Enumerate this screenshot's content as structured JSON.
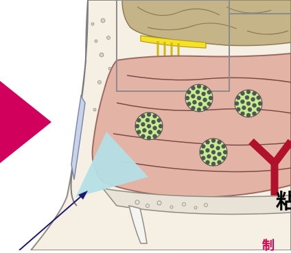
{
  "labels": {
    "mucosa_fragment": "粘",
    "red_fragment": "制"
  },
  "colors": {
    "magenta_arrow": "#d1005d",
    "light_blue_cone": "#b4dfe6",
    "pointer_line": "#1a1a6e",
    "mucosa_pink": "#e3b3a6",
    "brain_tan": "#c6b489",
    "olfactory_yellow": "#f5e02a",
    "virus_green": "#c3ef8f",
    "antibody_red": "#b0122c",
    "skin": "#f6efe4"
  },
  "virus_particles": [
    {
      "label": "virus-particle-1"
    },
    {
      "label": "virus-particle-2"
    },
    {
      "label": "virus-particle-3"
    },
    {
      "label": "virus-particle-4"
    }
  ]
}
